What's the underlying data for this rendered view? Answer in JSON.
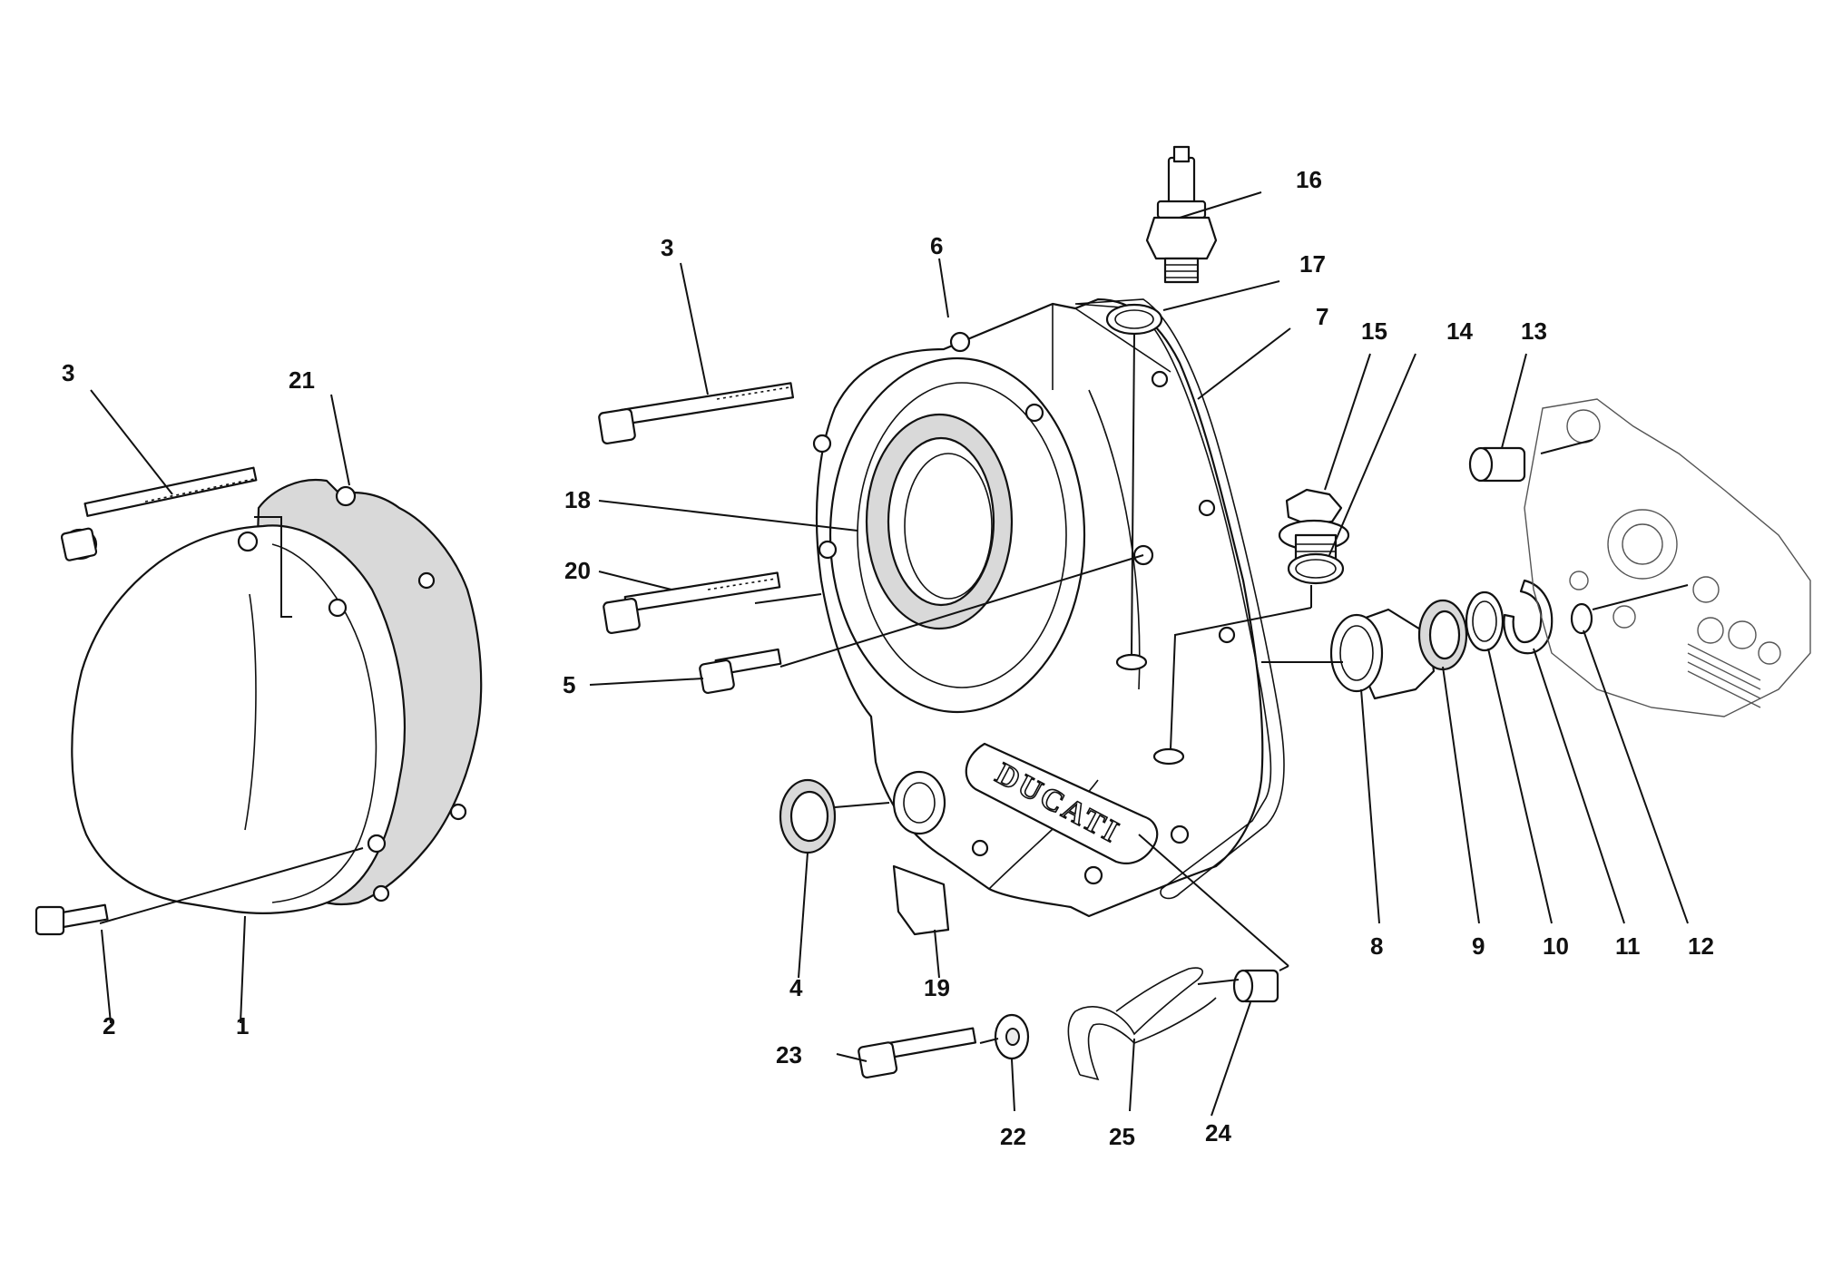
{
  "callouts": [
    {
      "id": "c1",
      "text": "1"
    },
    {
      "id": "c2",
      "text": "2"
    },
    {
      "id": "c3a",
      "text": "3"
    },
    {
      "id": "c3b",
      "text": "3"
    },
    {
      "id": "c4",
      "text": "4"
    },
    {
      "id": "c5",
      "text": "5"
    },
    {
      "id": "c6",
      "text": "6"
    },
    {
      "id": "c7",
      "text": "7"
    },
    {
      "id": "c8",
      "text": "8"
    },
    {
      "id": "c9",
      "text": "9"
    },
    {
      "id": "c10",
      "text": "10"
    },
    {
      "id": "c11",
      "text": "11"
    },
    {
      "id": "c12",
      "text": "12"
    },
    {
      "id": "c13",
      "text": "13"
    },
    {
      "id": "c14",
      "text": "14"
    },
    {
      "id": "c15",
      "text": "15"
    },
    {
      "id": "c16",
      "text": "16"
    },
    {
      "id": "c17",
      "text": "17"
    },
    {
      "id": "c18",
      "text": "18"
    },
    {
      "id": "c19",
      "text": "19"
    },
    {
      "id": "c20",
      "text": "20"
    },
    {
      "id": "c21",
      "text": "21"
    },
    {
      "id": "c22",
      "text": "22"
    },
    {
      "id": "c23",
      "text": "23"
    },
    {
      "id": "c24",
      "text": "24"
    },
    {
      "id": "c25",
      "text": "25"
    }
  ],
  "cover_brand": "DUCATI"
}
